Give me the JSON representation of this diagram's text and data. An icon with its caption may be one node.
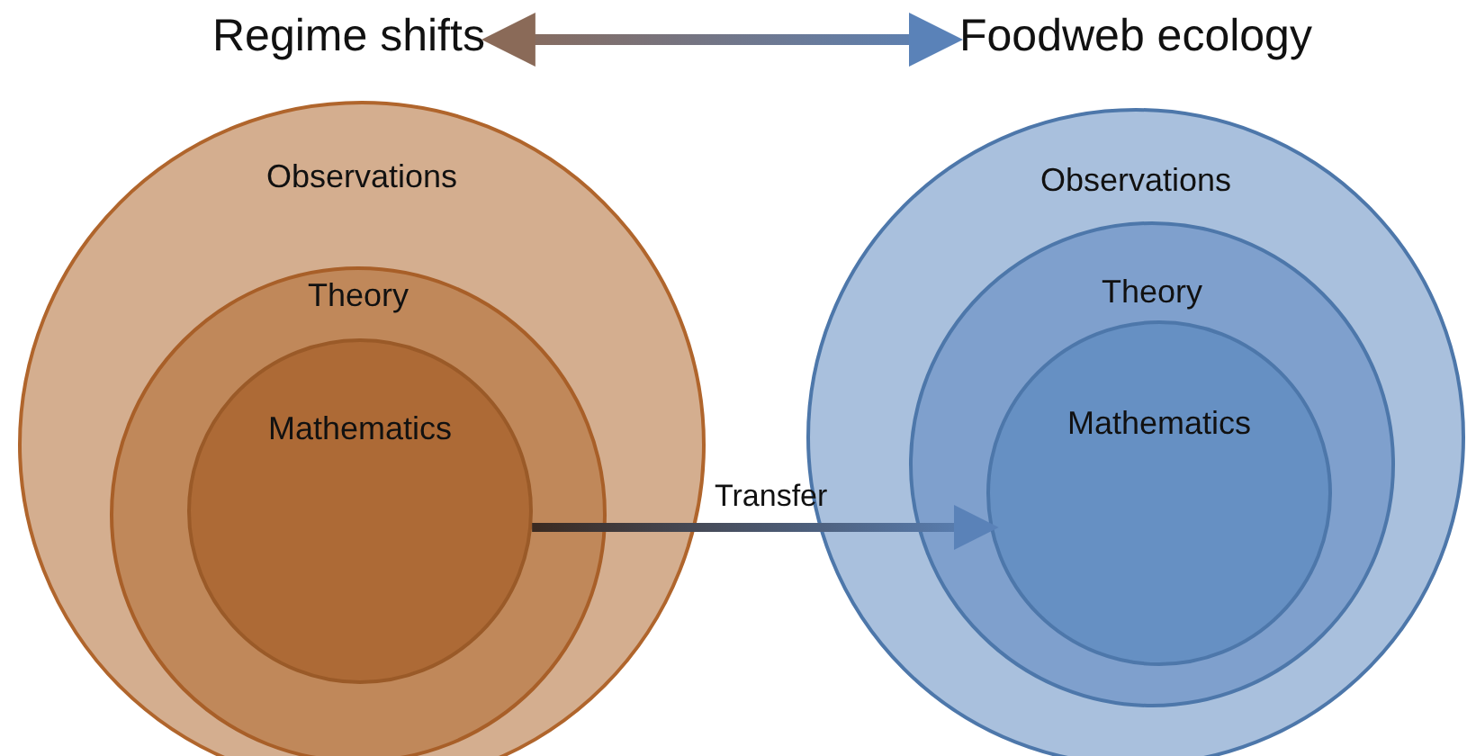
{
  "diagram": {
    "nodes": [
      {
        "text": [
          "Regime shifts"
        ]
      },
      {
        "text": [
          "Foodweb ecology"
        ]
      },
      {
        "text": [
          "Observations"
        ]
      },
      {
        "text": [
          "Theory"
        ],
        "in": 2
      },
      {
        "text": [
          "Mathematics"
        ],
        "in": 3
      },
      {
        "text": [
          "Observations"
        ]
      },
      {
        "text": [
          "Theory"
        ],
        "in": 5
      },
      {
        "text": [
          "Mathematics"
        ],
        "in": 6
      }
    ],
    "edges": [
      {
        "from": 0,
        "to": 1,
        "arrow": "both"
      },
      {
        "from": 4,
        "to": 7,
        "arrow": "to",
        "label": "Transfer"
      }
    ]
  }
}
